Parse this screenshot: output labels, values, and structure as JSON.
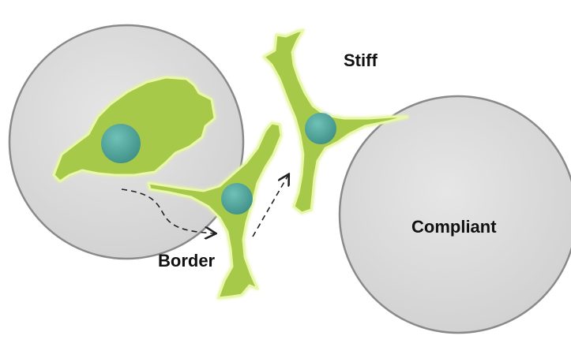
{
  "labels": {
    "stiff": "Stiff",
    "border": "Border",
    "compliant": "Compliant"
  },
  "colors": {
    "substrate_fill": "#d9d9d9",
    "substrate_stroke": "#8a8a8a",
    "cell_fill": "#a7c94a",
    "cell_edge": "#6e8f23",
    "cell_glow": "#e8f7a8",
    "nucleus": "#4fa29a",
    "arrow": "#222222"
  }
}
